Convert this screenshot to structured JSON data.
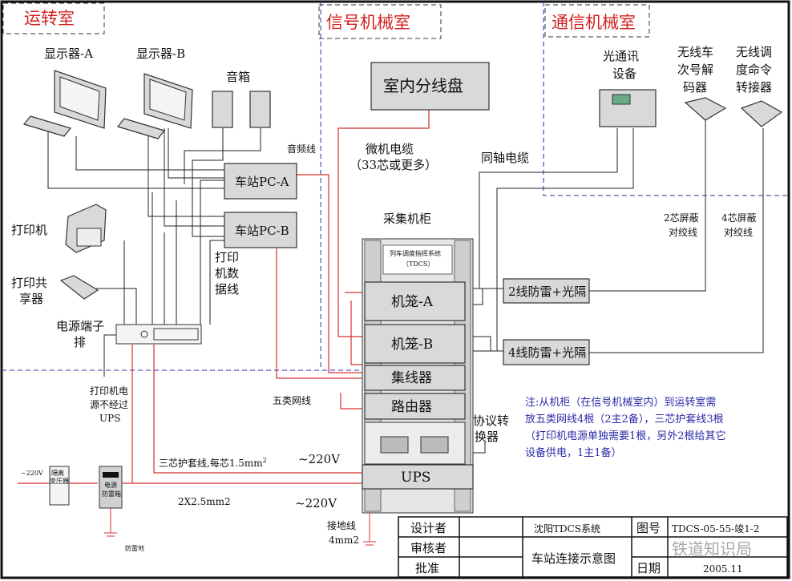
{
  "rooms": {
    "operation": "运转室",
    "signal": "信号机械室",
    "comm": "通信机械室"
  },
  "operation": {
    "monitor_a": "显示器-A",
    "monitor_b": "显示器-B",
    "speaker": "音箱",
    "audio_cable": "音频线",
    "pc_a": "车站PC-A",
    "pc_b": "车站PC-B",
    "printer": "打印机",
    "print_sharer": [
      "打印共",
      "享器"
    ],
    "printer_data_cable": [
      "打印",
      "机数",
      "据线"
    ],
    "power_terminal": [
      "电源端子",
      "排"
    ],
    "printer_power_note": [
      "打印机电",
      "源不经过",
      "UPS"
    ],
    "cat5_cable": "五类网线"
  },
  "signal": {
    "distribution_frame": "室内分线盘",
    "computer_cable": [
      "微机电缆",
      "（33芯或更多）"
    ],
    "coax_cable": "同轴电缆",
    "cabinet_title": "采集机柜",
    "tdcs_panel": [
      "列车调度指挥系统",
      "（TDCS）"
    ],
    "cage_a": "机笼-A",
    "cage_b": "机笼-B",
    "hub": "集线器",
    "router": "路由器",
    "protocol_converter": [
      "协议转",
      "换器"
    ],
    "ups": "UPS",
    "lightning_2": "2线防雷+光隔",
    "lightning_4": "4线防雷+光隔"
  },
  "comm": {
    "optical": [
      "光通讯",
      "设备"
    ],
    "decoder": [
      "无线车",
      "次号解",
      "码器"
    ],
    "dispatcher": [
      "无线调",
      "度命令",
      "转接器"
    ],
    "cable_2": [
      "2芯屏蔽",
      "对绞线"
    ],
    "cable_4": [
      "4芯屏蔽",
      "对绞线"
    ]
  },
  "note": [
    "注:从机柜（在信号机械室内）到运转室需",
    "放五类网线4根（2主2备），三芯护套线3根",
    "（打印机电源单独需要1根，另外2根给其它",
    "设备供电，1主1备）"
  ],
  "power": {
    "input": "~220V",
    "transformer": [
      "隔离",
      "变压器"
    ],
    "surge_box": [
      "电源",
      "防雷箱"
    ],
    "surge_ground": "防雷地",
    "three_core": "三芯护套线,每芯1.5mm",
    "three_core_sup": "2",
    "v1": "~220V",
    "v2": "~220V",
    "wire": "2X2.5mm2",
    "ground": [
      "接地线",
      "4mm2"
    ]
  },
  "title_block": {
    "designer": "设计者",
    "reviewer": "审核者",
    "approver": "批准",
    "system": "沈阳TDCS系统",
    "drawing_title": "车站连接示意图",
    "drawing_no_label": "图号",
    "drawing_no": "TDCS-05-55-竣1-2",
    "date_label": "日期",
    "date": "2005.11"
  },
  "watermark": "铁道知识局",
  "colors": {
    "room_label": "#d42020",
    "wire_red": "#d43030",
    "note": "#2a2aa8",
    "zone": "#2a2aa8"
  }
}
